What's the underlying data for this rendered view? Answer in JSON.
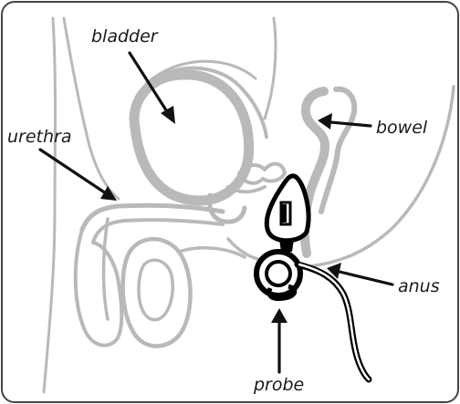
{
  "diagram": {
    "labels": {
      "bladder": "bladder",
      "urethra": "urethra",
      "bowel": "bowel",
      "anus": "anus",
      "probe": "probe"
    },
    "colors": {
      "anatomy": "#b9b9b9",
      "probe": "#000000",
      "arrows": "#111111",
      "border": "#444444",
      "background": "#ffffff"
    }
  }
}
